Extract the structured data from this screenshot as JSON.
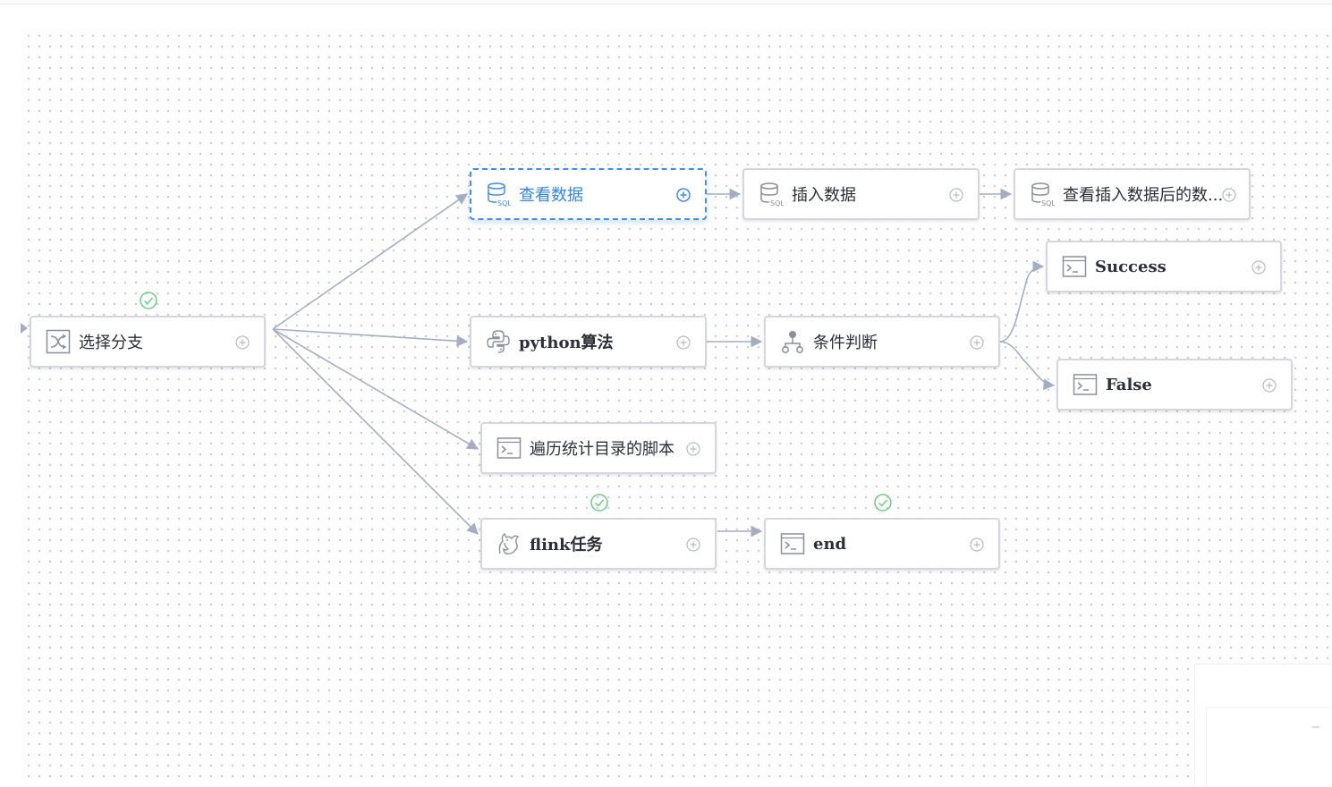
{
  "workflow": {
    "nodes": [
      {
        "id": "select-branch",
        "label": "选择分支",
        "type": "switch",
        "status": "success"
      },
      {
        "id": "view-data",
        "label": "查看数据",
        "type": "sql",
        "selected": true
      },
      {
        "id": "insert-data",
        "label": "插入数据",
        "type": "sql"
      },
      {
        "id": "view-after-insert",
        "label": "查看插入数据后的数...",
        "type": "sql"
      },
      {
        "id": "success",
        "label": "Success",
        "type": "shell"
      },
      {
        "id": "python-algo",
        "label": "python算法",
        "type": "python"
      },
      {
        "id": "condition",
        "label": "条件判断",
        "type": "condition"
      },
      {
        "id": "false",
        "label": "False",
        "type": "shell"
      },
      {
        "id": "traverse-script",
        "label": "遍历统计目录的脚本",
        "type": "shell"
      },
      {
        "id": "flink-task",
        "label": "flink任务",
        "type": "flink",
        "status": "success"
      },
      {
        "id": "end",
        "label": "end",
        "type": "shell",
        "status": "success"
      }
    ],
    "edges": [
      [
        "select-branch",
        "view-data"
      ],
      [
        "select-branch",
        "python-algo"
      ],
      [
        "select-branch",
        "traverse-script"
      ],
      [
        "select-branch",
        "flink-task"
      ],
      [
        "view-data",
        "insert-data"
      ],
      [
        "insert-data",
        "view-after-insert"
      ],
      [
        "python-algo",
        "condition"
      ],
      [
        "condition",
        "success"
      ],
      [
        "condition",
        "false"
      ],
      [
        "flink-task",
        "end"
      ]
    ]
  },
  "colors": {
    "accent": "#3e8ef7",
    "edge": "#a3aec4",
    "node_border": "#d4d7de",
    "success": "#6ccf7f",
    "text": "#2b2f36"
  },
  "icons": {
    "switch": "shuffle-icon",
    "sql": "database-sql-icon",
    "shell": "terminal-icon",
    "python": "python-icon",
    "condition": "branch-tree-icon",
    "flink": "squirrel-icon",
    "add": "add-circle-icon",
    "status": "check-circle-icon"
  }
}
